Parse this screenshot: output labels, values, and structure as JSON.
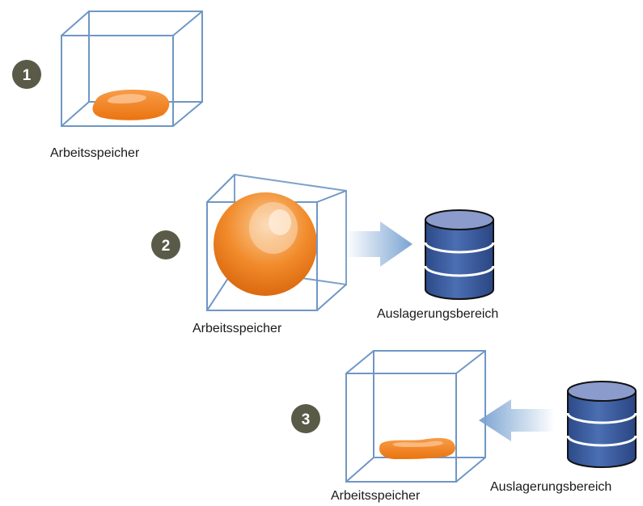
{
  "steps": [
    {
      "number": "1",
      "memory_label": "Arbeitsspeicher"
    },
    {
      "number": "2",
      "memory_label": "Arbeitsspeicher",
      "swap_label": "Auslagerungsbereich"
    },
    {
      "number": "3",
      "memory_label": "Arbeitsspeicher",
      "swap_label": "Auslagerungsbereich"
    }
  ],
  "colors": {
    "cube_edge": "#6f97c4",
    "badge": "#5a5a48",
    "blob": "#f07f1c",
    "database": "#3b5da0",
    "arrow": "#7aa3d2"
  },
  "icons": [
    "memory-cube-icon",
    "memory-blob-icon",
    "database-icon",
    "arrow-icon"
  ]
}
